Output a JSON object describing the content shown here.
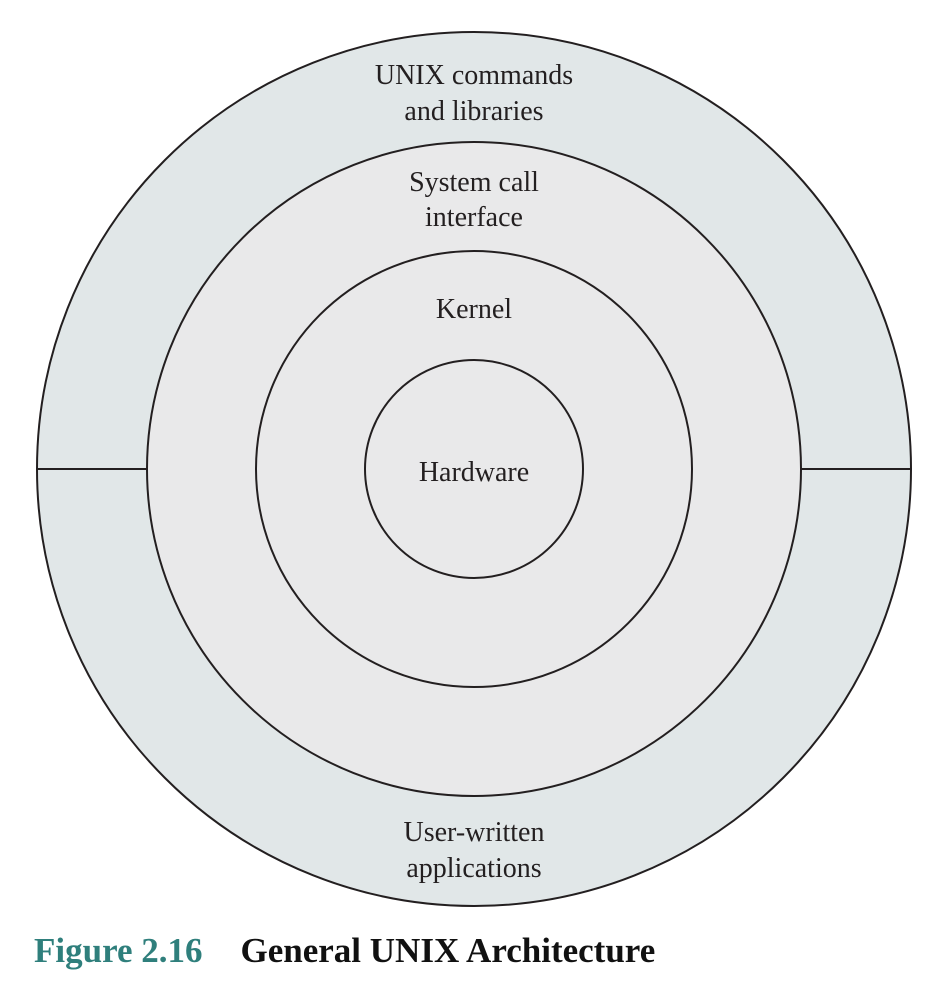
{
  "diagram": {
    "layers": {
      "outer_top": [
        "UNIX commands",
        "and libraries"
      ],
      "outer_bottom": [
        "User-written",
        "applications"
      ],
      "system_call": [
        "System call",
        "interface"
      ],
      "kernel": "Kernel",
      "hardware": "Hardware"
    },
    "colors": {
      "outer_ring": "#e1e7e8",
      "inner_rings": "#e9e9ea",
      "stroke": "#231f20",
      "caption_number": "#2f7f7c"
    }
  },
  "caption": {
    "number": "Figure 2.16",
    "title": "General UNIX Architecture"
  }
}
